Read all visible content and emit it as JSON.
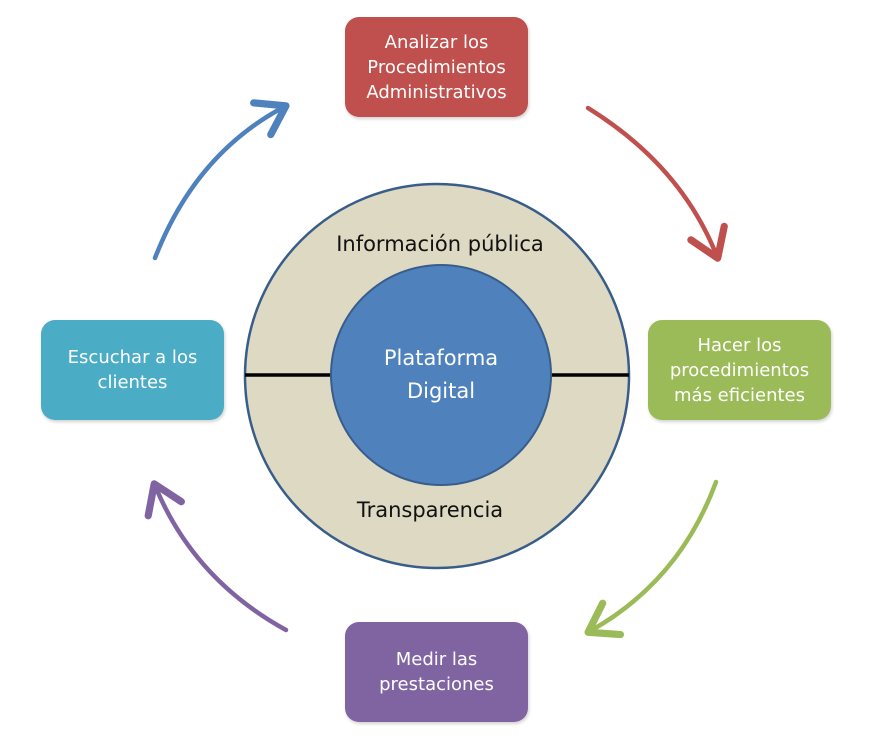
{
  "steps": [
    {
      "id": "analizar",
      "label": "Analizar los\nProcedimientos\nAdministrativos",
      "color": "#c0504d"
    },
    {
      "id": "hacer",
      "label": "Hacer los\nprocedimientos\nmás eficientes",
      "color": "#9bbb59"
    },
    {
      "id": "medir",
      "label": "Medir las\nprestaciones",
      "color": "#8064a2"
    },
    {
      "id": "escuchar",
      "label": "Escuchar a los\nclientes",
      "color": "#4bacc6"
    }
  ],
  "center": {
    "title": "Plataforma\nDigital",
    "inner_color": "#4f81bd",
    "ring_color": "#ddd9c3",
    "ring_top_label": "Información pública",
    "ring_bottom_label": "Transparencia"
  },
  "arrows": [
    {
      "from": "escuchar",
      "to": "analizar",
      "color": "#4f81bd"
    },
    {
      "from": "analizar",
      "to": "hacer",
      "color": "#c0504d"
    },
    {
      "from": "hacer",
      "to": "medir",
      "color": "#9bbb59"
    },
    {
      "from": "medir",
      "to": "escuchar",
      "color": "#8064a2"
    }
  ]
}
